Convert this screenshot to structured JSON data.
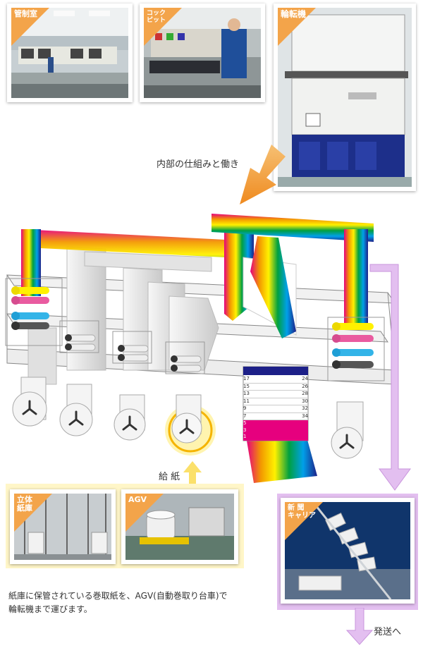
{
  "photos": {
    "control_room": {
      "label": "管制室"
    },
    "cockpit": {
      "label": "コック\nピット"
    },
    "press": {
      "label": "輪転機"
    },
    "rack_warehouse": {
      "label": "立体\n紙庫"
    },
    "agv": {
      "label": "AGV"
    },
    "carrier": {
      "label": "新 聞\nキャリア"
    }
  },
  "labels": {
    "inner_mechanism": "内部の仕組みと働き",
    "paper_feed": "給 紙",
    "description_line1": "紙庫に保管されている巻取紙を、AGV(自動巻取り台車)で",
    "description_line2": "輪転機まで運びます。",
    "shipping": "発送へ"
  },
  "page_sheets": [
    {
      "left": "17",
      "right": "24"
    },
    {
      "left": "15",
      "right": "26"
    },
    {
      "left": "13",
      "right": "28"
    },
    {
      "left": "11",
      "right": "30"
    },
    {
      "left": "9",
      "right": "32"
    },
    {
      "left": "7",
      "right": "34"
    },
    {
      "left": "5",
      "right": ""
    },
    {
      "left": "3",
      "right": ""
    },
    {
      "left": "1",
      "right": ""
    }
  ],
  "colors": {
    "accent_orange": "#f39a2e",
    "arrow_lavender": "#e3bff0",
    "feed_yellow": "#fff6c8"
  }
}
